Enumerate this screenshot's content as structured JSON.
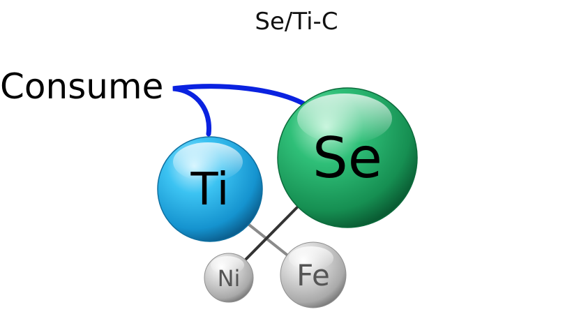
{
  "title": "Se/Ti-C",
  "consume_label": "Consume",
  "colors": {
    "ti": "#1fb4ea",
    "se": "#1fa862",
    "ni": "#c8c8c8",
    "fe": "#c8c8c8",
    "consume_link": "#0a22e0",
    "bond_dark": "#333333",
    "bond_light": "#8a8a8a"
  },
  "nodes": {
    "ti": {
      "label": "Ti"
    },
    "se": {
      "label": "Se"
    },
    "ni": {
      "label": "Ni"
    },
    "fe": {
      "label": "Fe"
    }
  }
}
